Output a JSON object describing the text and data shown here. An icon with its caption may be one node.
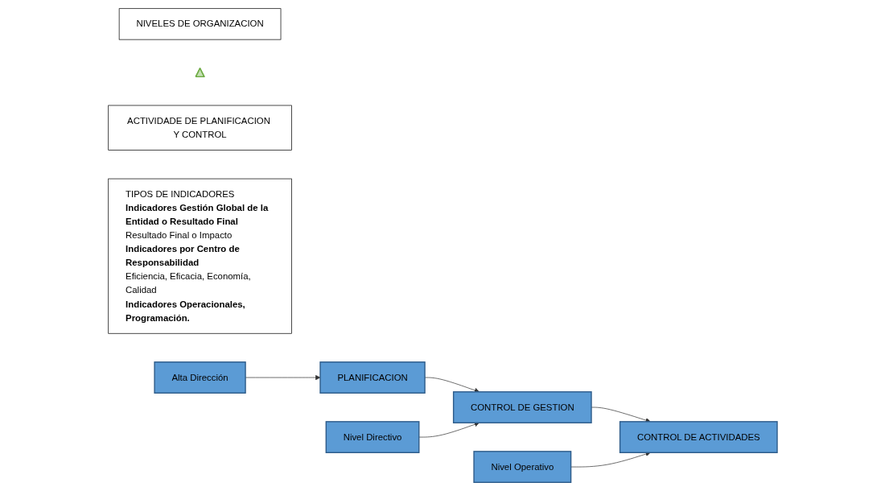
{
  "diagram": {
    "nodes": [
      {
        "text": [
          "NIVELES DE ORGANIZACION"
        ]
      },
      {
        "text": [],
        "shape": "triangle"
      },
      {
        "text": [
          "ACTIVIDADE DE PLANIFICACION Y CONTROL"
        ]
      },
      {
        "text": [
          "TIPOS DE INDICADORES",
          "Indicadores Gestión Global de la Entidad o Resultado Final",
          "Resultado Final o Impacto",
          "Indicadores por Centro de Responsabilidad",
          "Eficiencia, Eficacia, Economía, Calidad",
          "Indicadores Operacionales, Programación."
        ]
      },
      {
        "text": [
          "Alta Dirección"
        ]
      },
      {
        "text": [
          "PLANIFICACION"
        ]
      },
      {
        "text": [
          "Nivel Directivo"
        ]
      },
      {
        "text": [
          "CONTROL DE GESTION"
        ]
      },
      {
        "text": [
          "Nivel Operativo"
        ]
      },
      {
        "text": [
          "CONTROL DE ACTIVIDADES"
        ]
      }
    ],
    "edges": [
      {
        "from": 4,
        "to": 5,
        "arrow": "to"
      },
      {
        "from": 5,
        "to": 7,
        "arrow": "to"
      },
      {
        "from": 6,
        "to": 7,
        "arrow": "to"
      },
      {
        "from": 7,
        "to": 9,
        "arrow": "to"
      },
      {
        "from": 8,
        "to": 9,
        "arrow": "to"
      }
    ]
  }
}
